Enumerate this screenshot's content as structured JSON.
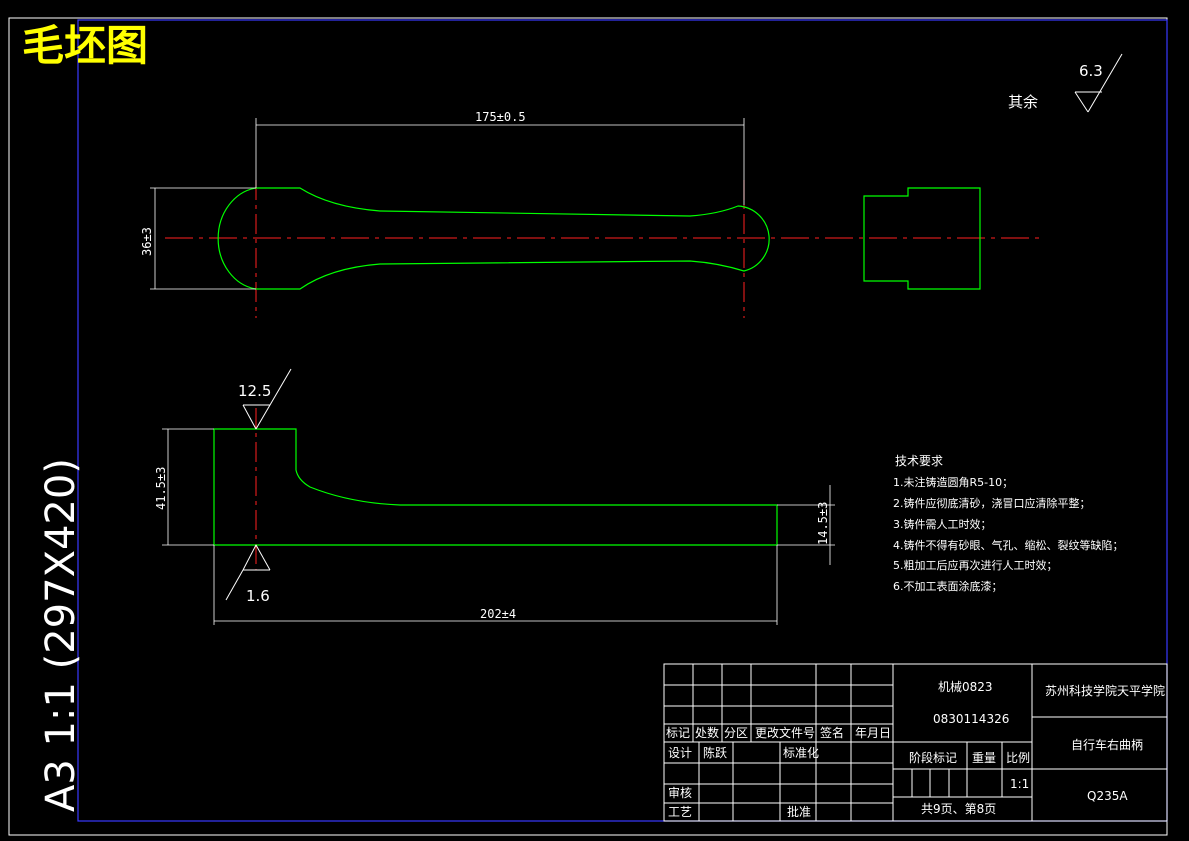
{
  "drawing_title": "毛坯图",
  "sheet_size": "A3 1:1 (297X420)",
  "roughness_rest": {
    "label": "其余",
    "value": "6.3"
  },
  "dimensions": {
    "top_length": "175±0.5",
    "top_height": "36±3",
    "bottom_height": "41.5±3",
    "bottom_thin": "14.5±3",
    "bottom_length": "202±4"
  },
  "roughness_marks": {
    "top": "12.5",
    "bottom": "1.6"
  },
  "tech_requirements": {
    "title": "技术要求",
    "items": [
      "1.未注铸造圆角R5-10；",
      "2.铸件应彻底清砂，浇冒口应清除平整；",
      "3.铸件需人工时效；",
      "4.铸件不得有砂眼、气孔、缩松、裂纹等缺陷；",
      "5.粗加工后应再次进行人工时效；",
      "6.不加工表面涂底漆；"
    ]
  },
  "title_block": {
    "class_name": "机械0823",
    "student_id": "0830114326",
    "school": "苏州科技学院天平学院",
    "part_name": "自行车右曲柄",
    "material": "Q235A",
    "headers": [
      "标记",
      "处数",
      "分区",
      "更改文件号",
      "签名",
      "年月日"
    ],
    "design_label": "设计",
    "designer": "陈跃",
    "standardize_label": "标准化",
    "check_label": "审核",
    "process_label": "工艺",
    "approve_label": "批准",
    "stage_label": "阶段标记",
    "weight_label": "重量",
    "scale_label": "比例",
    "scale_value": "1:1",
    "sheet_info": "共9页、第8页"
  }
}
